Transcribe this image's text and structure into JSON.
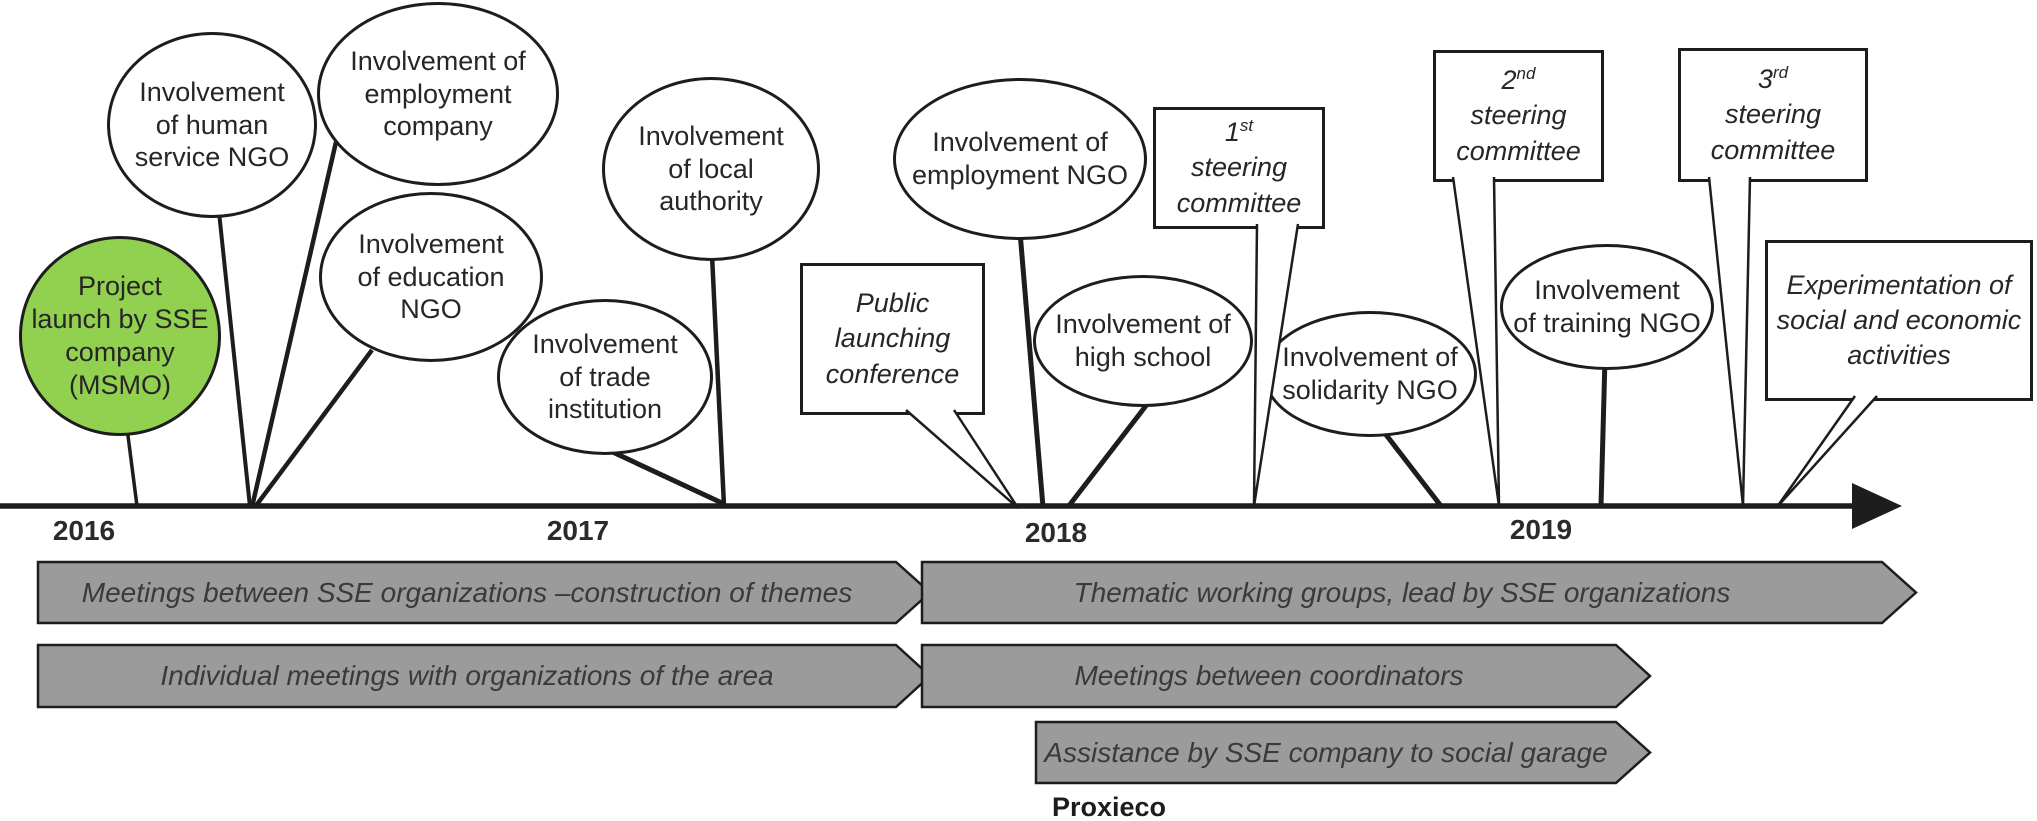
{
  "colors": {
    "bubble_green": "#92d050",
    "bar_gray": "#9b9b9b",
    "ink": "#1d1d1d",
    "bubble_text": "#262626",
    "bar_text": "#3a3a3a"
  },
  "timeline": {
    "years": [
      "2016",
      "2017",
      "2018",
      "2019"
    ]
  },
  "bubbles": {
    "project_launch": {
      "lines": [
        "Project",
        "launch by SSE",
        "company",
        "(MSMO)"
      ]
    },
    "human_service": {
      "lines": [
        "Involvement",
        "of human",
        "service NGO"
      ]
    },
    "employment_company": {
      "lines": [
        "Involvement of",
        "employment",
        "company"
      ]
    },
    "education_ngo": {
      "lines": [
        "Involvement",
        "of education",
        "NGO"
      ]
    },
    "trade_institution": {
      "lines": [
        "Involvement",
        "of trade",
        "institution"
      ]
    },
    "local_authority": {
      "lines": [
        "Involvement",
        "of local",
        "authority"
      ]
    },
    "employment_ngo": {
      "lines": [
        "Involvement of",
        "employment NGO"
      ]
    },
    "high_school": {
      "lines": [
        "Involvement of",
        "high school"
      ]
    },
    "solidarity_ngo": {
      "lines": [
        "Involvement of",
        "solidarity NGO"
      ]
    },
    "training_ngo": {
      "lines": [
        "Involvement",
        "of training NGO"
      ]
    }
  },
  "callouts": {
    "public_launching": {
      "lines": [
        "Public",
        "launching",
        "conference"
      ]
    },
    "steering_1": {
      "ordinal": "1",
      "suffix": "st",
      "lines": [
        "steering",
        "committee"
      ]
    },
    "steering_2": {
      "ordinal": "2",
      "suffix": "nd",
      "lines": [
        "steering",
        "committee"
      ]
    },
    "steering_3": {
      "ordinal": "3",
      "suffix": "rd",
      "lines": [
        "steering",
        "committee"
      ]
    },
    "experimentation": {
      "lines": [
        "Experimentation of",
        "social and economic",
        "activities"
      ]
    }
  },
  "bars": [
    {
      "label": "Meetings between SSE organizations –construction of themes"
    },
    {
      "label": "Individual meetings with organizations of the area"
    },
    {
      "label": "Thematic working groups, lead by SSE organizations"
    },
    {
      "label": "Meetings between coordinators"
    },
    {
      "label": "Assistance by SSE company to social garage"
    }
  ],
  "footer": {
    "label": "Proxieco"
  }
}
